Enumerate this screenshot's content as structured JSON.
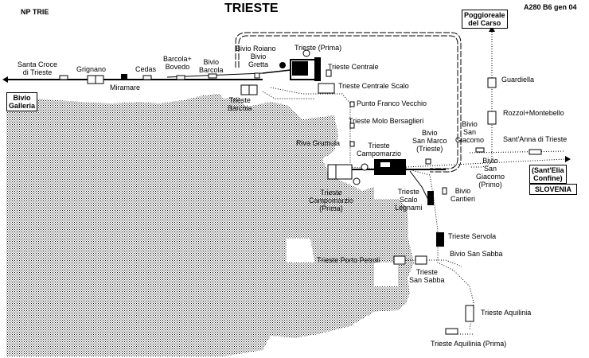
{
  "header": {
    "left": "NP TRIE",
    "title": "TRIESTE",
    "right": "A280 B6 gen 04"
  },
  "boxes": {
    "poggioreale": "Poggioreale\ndel Carso",
    "bivio_galleria": "Bivio\nGalleria",
    "santelia": "(Sant'Elia\nConfine)",
    "slovenia": "SLOVENIA"
  },
  "stations": {
    "santa_croce": "Santa Croce\ndi Trieste",
    "grignano": "Grignano",
    "miramare": "Miramare",
    "cedas": "Cedas",
    "barcola_bovedo": "Barcola+\nBovedo",
    "bivio_barcola": "Bivio\nBarcola",
    "bivio_roiano": "Bivio Roiano",
    "bivio_gretta": "Bivio\nGretta",
    "trieste_prima": "Trieste (Prima)",
    "trieste_centrale": "Trieste Centrale",
    "trieste_centrale_scalo": "Trieste Centrale Scalo",
    "trieste_barcola": "Trieste\nBarcola",
    "punto_franco": "Punto Franco Vecchio",
    "molo_bersaglieri": "Trieste Molo Bersaglieri",
    "riva_grumula": "Riva Grumula",
    "trieste_campomarzio": "Trieste\nCampomarzio",
    "bivio_san_marco": "Bivio\nSan Marco\n(Trieste)",
    "bivio_san_giacomo": "Bivio\nSan\nGiacomo",
    "santanna": "Sant'Anna di Trieste",
    "bivio_san_giacomo_prima": "Bivio\nSan\nGiacomo\n(Primo)",
    "guardiella": "Guardiella",
    "rozzol": "Rozzol+Montebello",
    "campomarzio_prima": "Trieste\nCampomarzio\n(Prima)",
    "scalo_legnami": "Trieste\nScalo\nLegnami",
    "bivio_cantieri": "Bivio\nCantieri",
    "servola": "Trieste Servola",
    "bivio_san_sabba": "Bivio San Sabba",
    "porto_petroli": "Trieste Porto Petroli",
    "san_sabba": "Trieste\nSan Sabba",
    "aquilinia": "Trieste Aquilinia",
    "aquilinia_prima": "Trieste Aquilinia (Prima)"
  }
}
